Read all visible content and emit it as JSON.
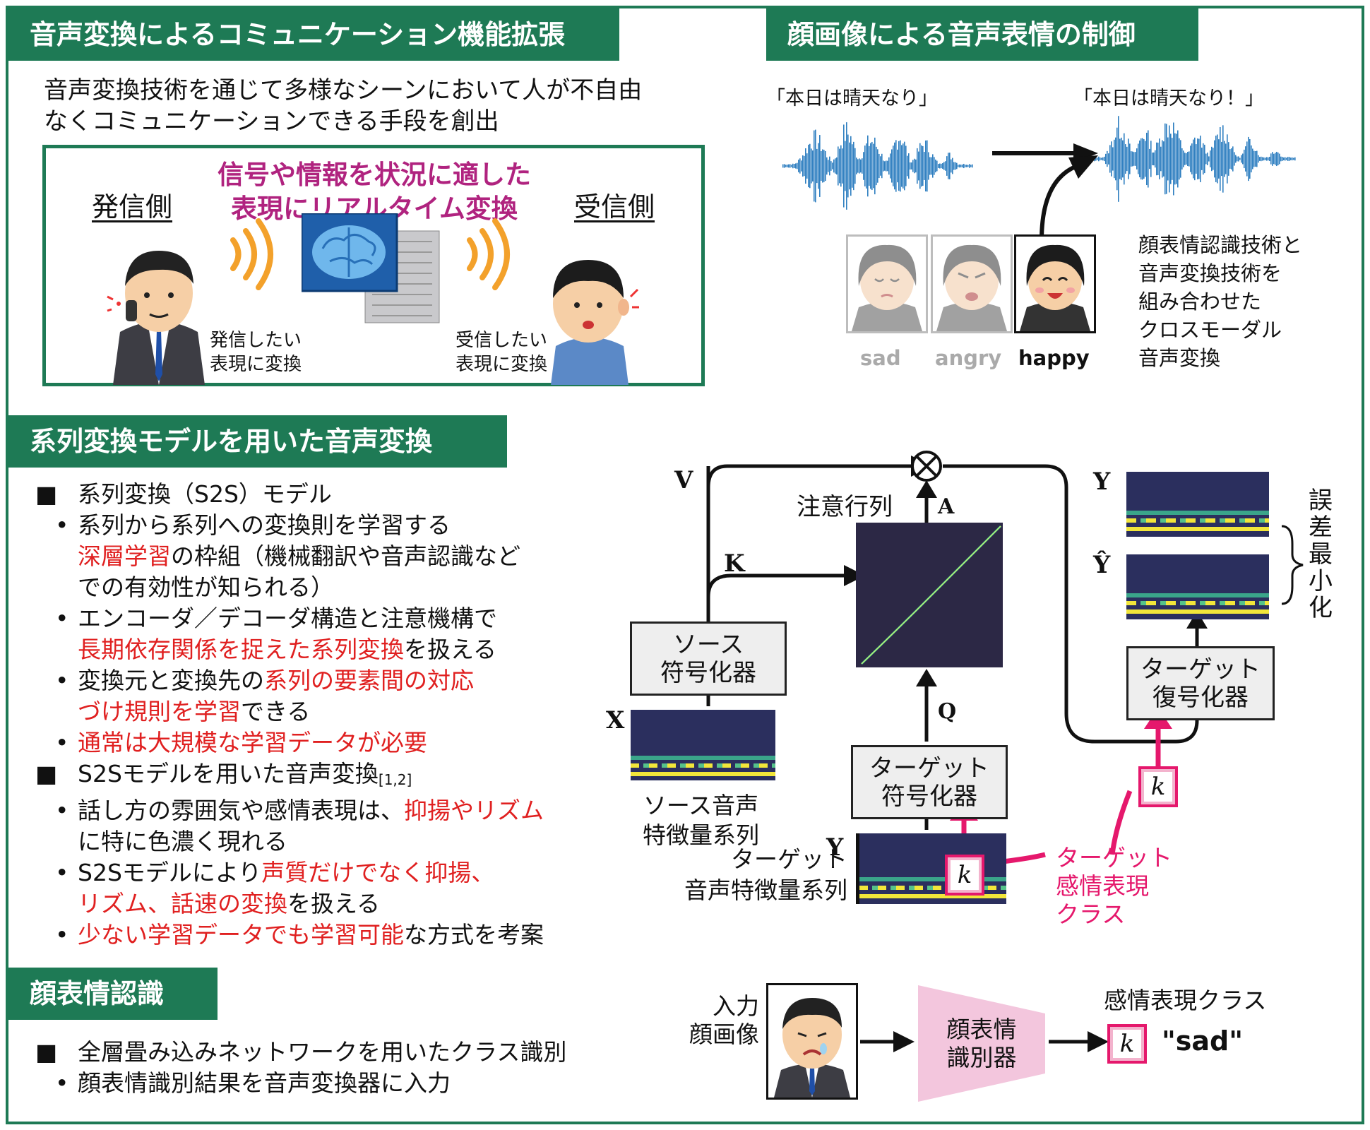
{
  "sections": {
    "s1_title": "音声変換によるコミュニケーション機能拡張",
    "s2_title": "顔画像による音声表情の制御",
    "s3_title": "系列変換モデルを用いた音声変換",
    "s4_title": "顔表情認識"
  },
  "intro": {
    "line1": "音声変換技術を通じて多様なシーンにおいて人が不自由",
    "line2": "なくコミュニケーションできる手段を創出"
  },
  "comm": {
    "sender": "発信側",
    "receiver": "受信側",
    "center1": "信号や情報を状況に適した",
    "center2": "表現にリアルタイム変換",
    "sender_cap1": "発信したい",
    "sender_cap2": "表現に変換",
    "receiver_cap1": "受信したい",
    "receiver_cap2": "表現に変換"
  },
  "expr": {
    "quote_in": "「本日は晴天なり」",
    "quote_out": "「本日は晴天なり！」",
    "faces": [
      "sad",
      "angry",
      "happy"
    ],
    "desc": [
      "顔表情認識技術と",
      "音声変換技術を",
      "組み合わせた",
      "クロスモーダル",
      "音声変換"
    ]
  },
  "s2s": {
    "b1": "系列変換（S2S）モデル",
    "b1_1a": "系列から系列への変換則を学習する",
    "b1_1b_red": "深層学習",
    "b1_1b_rest": "の枠組（機械翻訳や音声認識など",
    "b1_1c": "での有効性が知られる）",
    "b1_2a": "エンコーダ／デコーダ構造と注意機構で",
    "b1_2b_red": "長期依存関係を捉えた系列変換",
    "b1_2b_rest": "を扱える",
    "b1_3a_pre": "変換元と変換先の",
    "b1_3a_red": "系列の要素間の対応",
    "b1_3b_red": "づけ規則を学習",
    "b1_3b_rest": "できる",
    "b1_4_red": "通常は大規模な学習データが必要",
    "b2": "S2Sモデルを用いた音声変換",
    "b2_ref": "[1,2]",
    "b2_1a_pre": "話し方の雰囲気や感情表現は、",
    "b2_1a_red": "抑揚やリズム",
    "b2_1b": "に特に色濃く現れる",
    "b2_2a_pre": "S2Sモデルにより",
    "b2_2a_red": "声質だけでなく抑揚、",
    "b2_2b_red": "リズム、話速の変換",
    "b2_2b_rest": "を扱える",
    "b2_3_red": "少ない学習データでも学習可能",
    "b2_3_rest": "な方式を考案"
  },
  "fer": {
    "b1": "全層畳み込みネットワークを用いたクラス識別",
    "b1_1": "顔表情識別結果を音声変換器に入力"
  },
  "diagram": {
    "V": "V",
    "K": "K",
    "A": "A",
    "Q": "Q",
    "X": "X",
    "Y": "Y",
    "Yhat": "Ŷ",
    "attn": "注意行列",
    "src_enc1": "ソース",
    "src_enc2": "符号化器",
    "tgt_dec1": "ターゲット",
    "tgt_dec2": "復号化器",
    "tgt_enc1": "ターゲット",
    "tgt_enc2": "符号化器",
    "src_feat1": "ソース音声",
    "src_feat2": "特徴量系列",
    "tgt_feat1": "ターゲット",
    "tgt_feat2": "音声特徴量系列",
    "err": [
      "誤",
      "差",
      "最",
      "小",
      "化"
    ],
    "k": "k",
    "tgt_class1": "ターゲット",
    "tgt_class2": "感情表現",
    "tgt_class3": "クラス",
    "input1": "入力",
    "input2": "顔画像",
    "clf1": "顔表情",
    "clf2": "識別器",
    "emo_class": "感情表現クラス",
    "sad": "\"sad\""
  }
}
